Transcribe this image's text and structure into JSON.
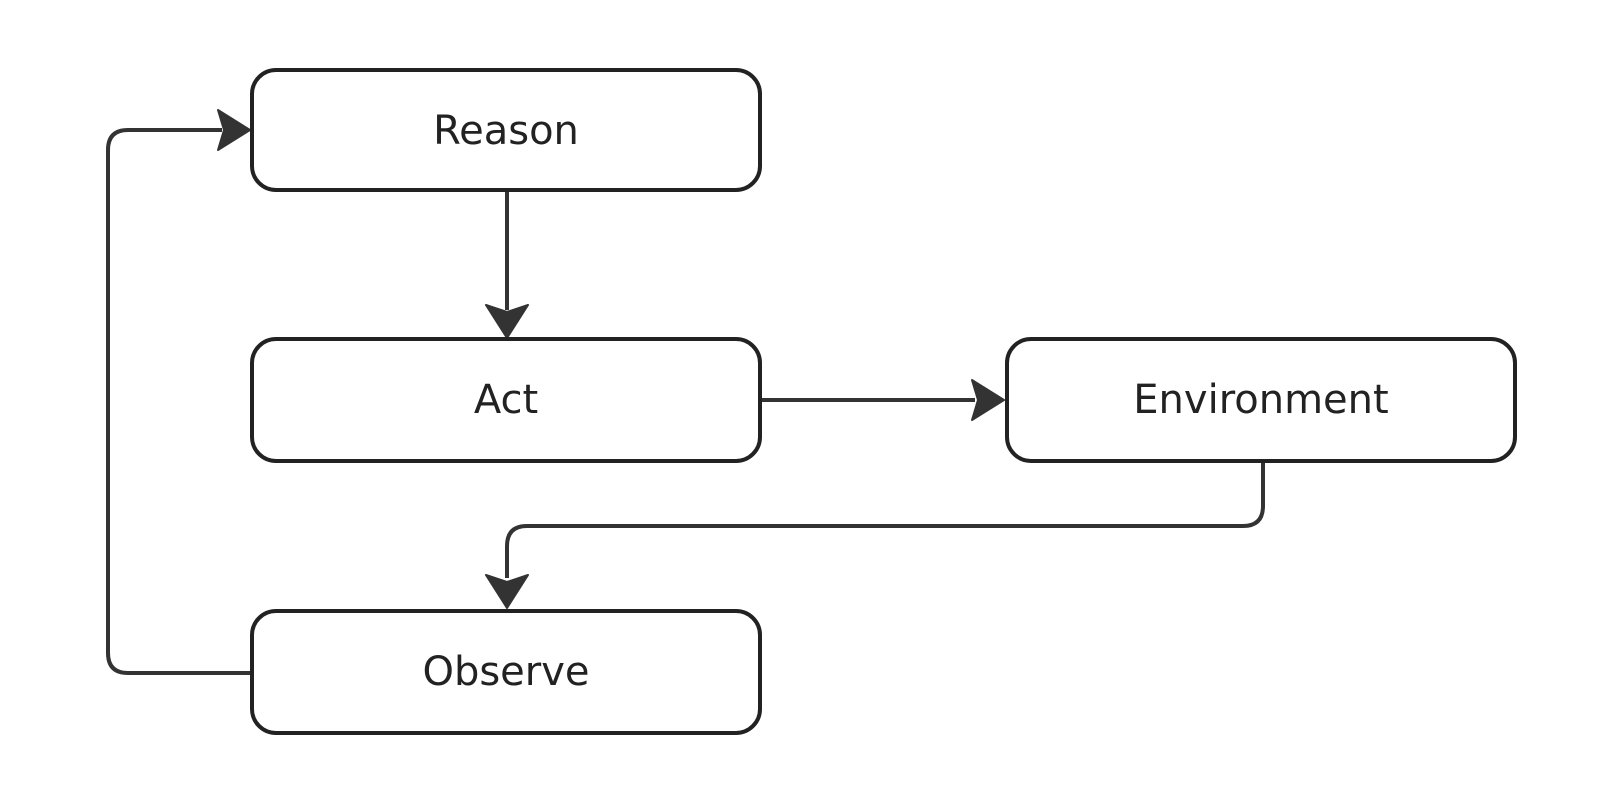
{
  "diagram": {
    "nodes": {
      "reason": {
        "label": "Reason"
      },
      "act": {
        "label": "Act"
      },
      "environment": {
        "label": "Environment"
      },
      "observe": {
        "label": "Observe"
      }
    },
    "edges": [
      {
        "from": "Reason",
        "to": "Act"
      },
      {
        "from": "Act",
        "to": "Environment"
      },
      {
        "from": "Environment",
        "to": "Observe"
      },
      {
        "from": "Observe",
        "to": "Reason"
      }
    ],
    "colors": {
      "stroke": "#222222",
      "arrow": "#333333",
      "background": "#ffffff"
    }
  }
}
